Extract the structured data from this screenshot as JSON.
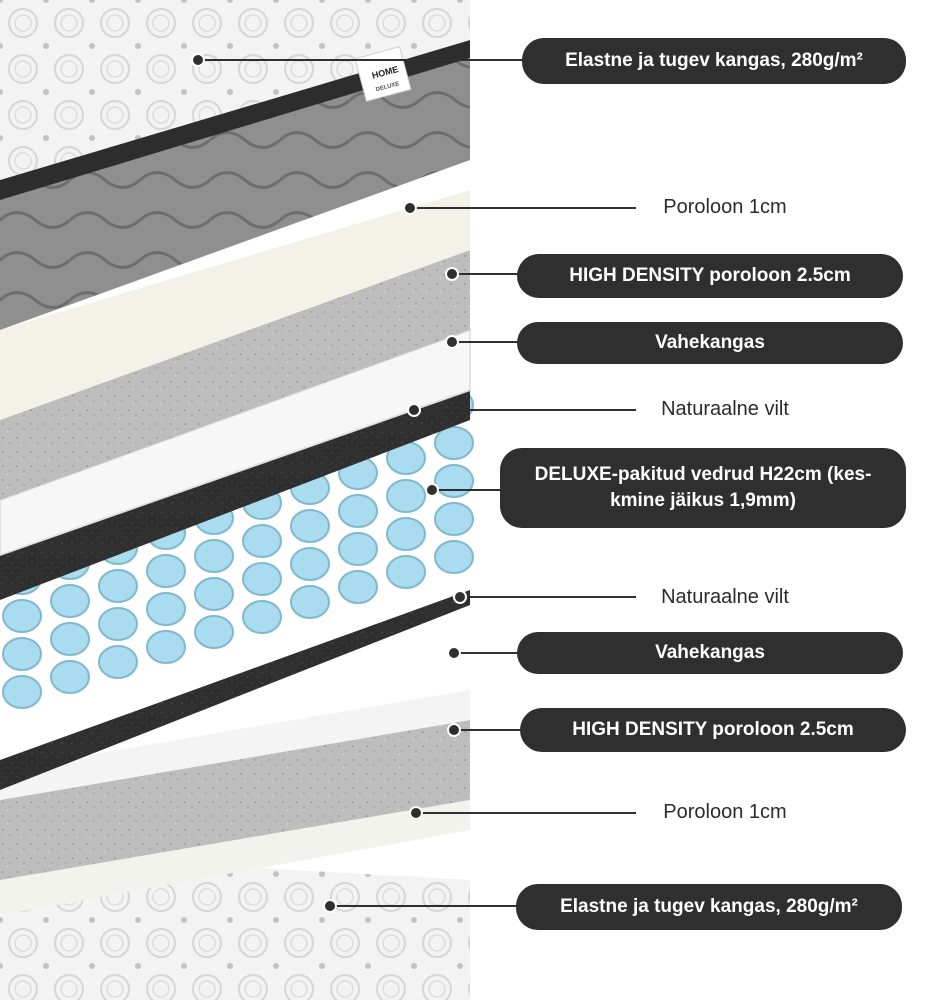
{
  "brand_logo": {
    "text": "HOME",
    "sub": "DELUXE"
  },
  "layers": [
    {
      "id": "fabric-top",
      "text": "Elastne ja tugev kangas, 280g/m²",
      "style": "pill"
    },
    {
      "id": "foam-1-top",
      "text": "Poroloon 1cm",
      "style": "plain"
    },
    {
      "id": "hd-foam-top",
      "text": "HIGH DENSITY poroloon 2.5cm",
      "style": "pill"
    },
    {
      "id": "spacer-top",
      "text": "Vahekangas",
      "style": "pill"
    },
    {
      "id": "felt-top",
      "text": "Naturaalne vilt",
      "style": "plain"
    },
    {
      "id": "springs",
      "text": "DELUXE-pakitud vedrud H22cm (kes-kmine jäikus 1,9mm)",
      "style": "pill"
    },
    {
      "id": "felt-bottom",
      "text": "Naturaalne vilt",
      "style": "plain"
    },
    {
      "id": "spacer-bottom",
      "text": "Vahekangas",
      "style": "pill"
    },
    {
      "id": "hd-foam-bottom",
      "text": "HIGH DENSITY poroloon 2.5cm",
      "style": "pill"
    },
    {
      "id": "foam-1-bottom",
      "text": "Poroloon 1cm",
      "style": "plain"
    },
    {
      "id": "fabric-bottom",
      "text": "Elastne ja tugev kangas, 280g/m²",
      "style": "pill"
    }
  ],
  "colors": {
    "pill_bg": "#2f2f2f",
    "pill_text": "#ffffff",
    "plain_text": "#2b2b2b",
    "leader_line": "#2f2f2f",
    "spring_blue": "#9fd6ea",
    "felt": "#2e2e2e",
    "foam_light": "#f1f1ec",
    "foam_grey": "#b9b9b9",
    "quilt_grey": "#8c8c8c"
  },
  "icons": [
    "leader-dot-icon",
    "spring-coil-icon",
    "quilted-pattern-icon"
  ]
}
